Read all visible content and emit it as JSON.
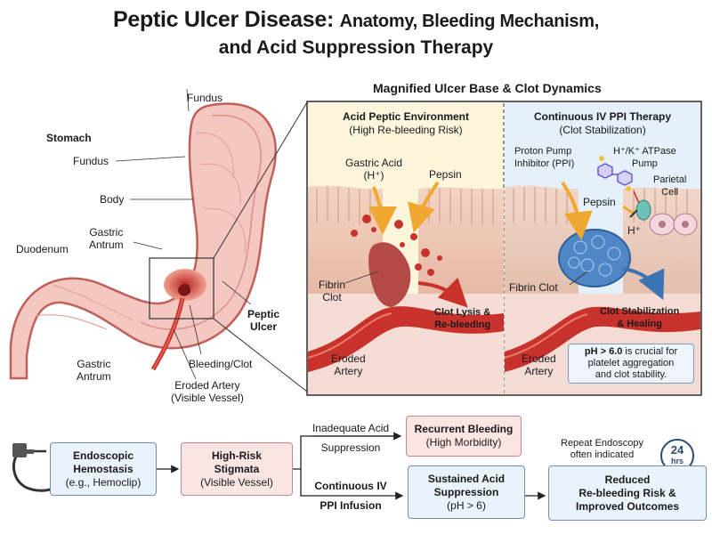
{
  "title": {
    "main": "Peptic Ulcer Disease:",
    "sub": "Anatomy, Bleeding Mechanism,",
    "line2": "and Acid Suppression Therapy"
  },
  "stomach": {
    "heading": "Stomach",
    "fundus_top": "Fundus",
    "fundus_left": "Fundus",
    "body": "Body",
    "gastric_antrum_top": "Gastric\nAntrum",
    "duodenum": "Duodenum",
    "gastric_antrum_bottom": "Gastric\nAntrum",
    "peptic_ulcer": "Peptic\nUlcer",
    "bleeding_clot": "Bleeding/Clot",
    "eroded_artery": "Eroded Artery\n(Visible Vessel)"
  },
  "magnified": {
    "heading": "Magnified Ulcer Base & Clot Dynamics",
    "left": {
      "title": "Acid Peptic Environment",
      "subtitle": "(High Re-bleeding Risk)",
      "gastric_acid": "Gastric Acid\n(H⁺)",
      "pepsin": "Pepsin",
      "fibrin_clot": "Fibrin\nClot",
      "clot_lysis": "Clot Lysis &\nRe-bleeding",
      "eroded_artery": "Eroded\nArtery"
    },
    "right": {
      "title": "Continuous IV PPI Therapy",
      "subtitle": "(Clot Stabilization)",
      "ppi": "Proton Pump\nInhibitor (PPI)",
      "pump": "H⁺/K⁺ ATPase\nPump",
      "parietal": "Parietal\nCell",
      "pepsin": "Pepsin",
      "h_plus": "H⁺",
      "fibrin_clot": "Fibrin Clot",
      "clot_stab": "Clot Stabilization\n& Healing",
      "eroded_artery": "Eroded\nArtery",
      "ph_note_bold": "pH > 6.0",
      "ph_note_rest": " is crucial for\nplatelet aggregation\nand clot stability."
    }
  },
  "flow": {
    "endoscopic": "Endoscopic\nHemostasis",
    "endoscopic_sub": "(e.g., Hemoclip)",
    "high_risk": "High-Risk\nStigmata",
    "high_risk_sub": "(Visible Vessel)",
    "inadequate": "Inadequate Acid\nSuppression",
    "recurrent": "Recurrent Bleeding",
    "recurrent_sub": "(High Morbidity)",
    "continuous": "Continuous IV\nPPI Infusion",
    "sustained": "Sustained Acid\nSuppression",
    "sustained_sub": "(pH > 6)",
    "repeat": "Repeat Endoscopy\noften indicated",
    "clock_num": "24",
    "clock_unit": "hrs",
    "reduced": "Reduced\nRe-bleeding Risk &\nImproved Outcomes"
  },
  "colors": {
    "stomach_fill": "#f4c7c0",
    "stomach_edge": "#c0605a",
    "artery": "#c8322c",
    "acid_panel": "#fdf5dc",
    "ppi_panel": "#e6f0fa",
    "clot_blue": "#4f86c6",
    "arrow_orange": "#f0a830",
    "blue_box": "#eaf2fb",
    "red_box": "#fbe5e3"
  }
}
